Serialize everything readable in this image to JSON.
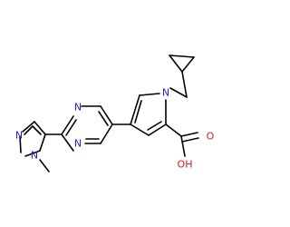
{
  "colors": {
    "background": "#ffffff",
    "bond": "#000000",
    "nitrogen": "#1f1fd6",
    "oxygen": "#d81c1c"
  },
  "labels": {
    "n_pyrazole_top": "N",
    "n_pyrazole_methyl": "N",
    "n_pyrimidine_top": "N",
    "n_pyrimidine_bottom": "N",
    "n_pyrrole": "N",
    "o_carbonyl": "O",
    "oh_acid": "OH"
  }
}
